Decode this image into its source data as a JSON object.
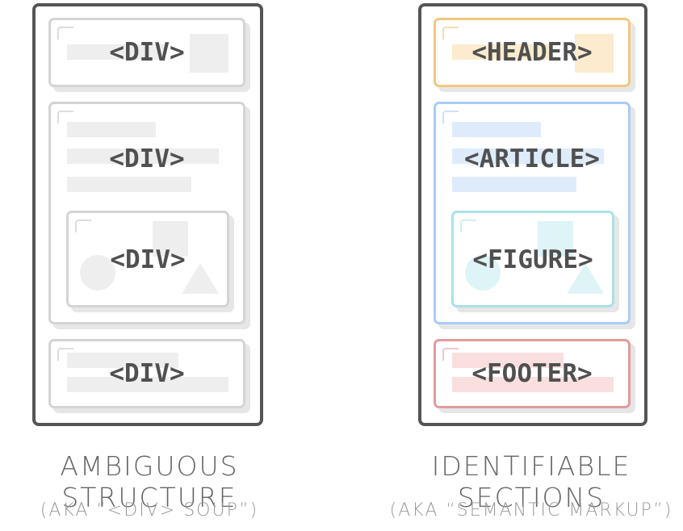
{
  "left": {
    "tags": [
      "<DIV>",
      "<DIV>",
      "<DIV>",
      "<DIV>"
    ],
    "caption": "AMBIGUOUS STRUCTURE",
    "subcaption": "(AKA “<DIV> SOUP”)"
  },
  "right": {
    "tags": [
      "<HEADER>",
      "<ARTICLE>",
      "<FIGURE>",
      "<FOOTER>"
    ],
    "caption": "IDENTIFIABLE SECTIONS",
    "subcaption": "(AKA “SEMANTIC MARKUP”)"
  },
  "colors": {
    "frame": "#555555",
    "div_border": "#d4d4d4",
    "header": "#f2c77e",
    "article": "#a9ccf5",
    "figure": "#a8e1ea",
    "footer": "#e39a9c"
  }
}
